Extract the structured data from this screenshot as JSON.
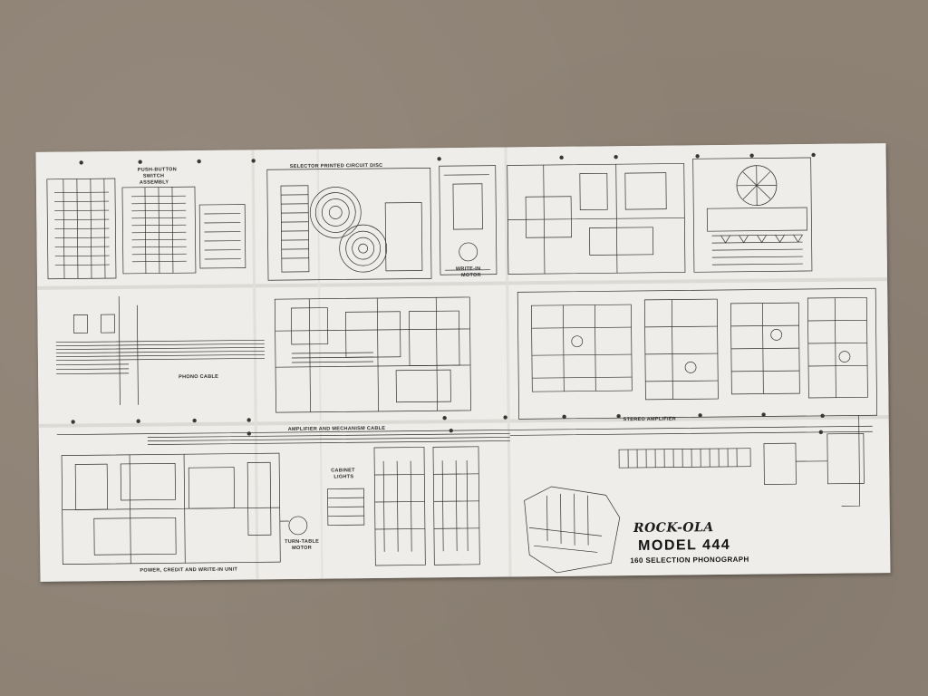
{
  "title": {
    "brand": "ROCK-OLA",
    "model": "MODEL 444",
    "subtitle": "160 SELECTION PHONOGRAPH"
  },
  "labels": {
    "push_button": "PUSH-BUTTON",
    "switch": "SWITCH",
    "assembly": "ASSEMBLY",
    "selector_disc": "SELECTOR PRINTED CIRCUIT DISC",
    "write_in": "WRITE-IN",
    "motor": "MOTOR",
    "phono_cable": "PHONO CABLE",
    "amp_mech_cable": "AMPLIFIER AND MECHANISM CABLE",
    "stereo_amplifier": "STEREO AMPLIFIER",
    "cabinet": "CABINET",
    "lights": "LIGHTS",
    "turn_table": "TURN-TABLE",
    "turn_table_motor": "MOTOR",
    "power_unit": "POWER, CREDIT AND WRITE-IN UNIT"
  },
  "colors": {
    "background": "#8e8275",
    "paper": "#eeedea",
    "ink": "#2a2a2a"
  }
}
